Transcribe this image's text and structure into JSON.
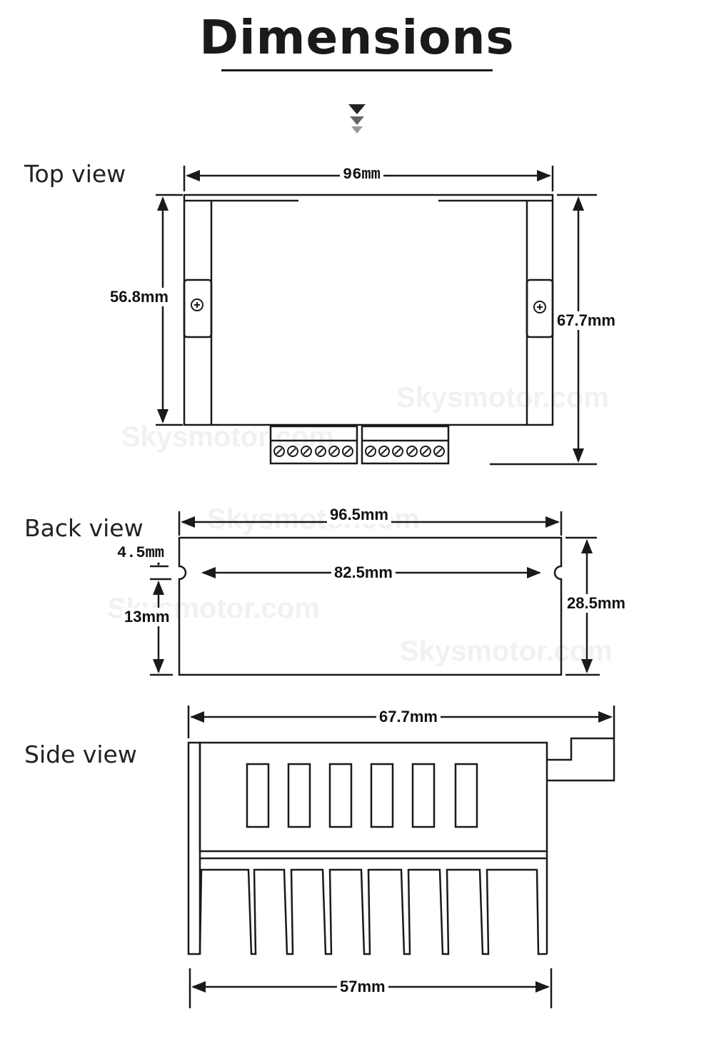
{
  "header": {
    "title": "Dimensions"
  },
  "views": {
    "top": {
      "label": "Top view",
      "width_dim": "96mm",
      "inner_height_dim": "56.8mm",
      "outer_height_dim": "67.7mm"
    },
    "back": {
      "label": "Back view",
      "width_dim": "96.5mm",
      "slot_span_dim": "82.5mm",
      "slot_dim": "4.5mm",
      "lower_dim": "13mm",
      "height_dim": "28.5mm"
    },
    "side": {
      "label": "Side view",
      "width_dim": "67.7mm",
      "base_dim": "57mm"
    }
  },
  "watermark": {
    "text": "Skysmotor.com"
  },
  "icons": {
    "arrow": "triple-chevron-down-icon",
    "screw": "screw-icon",
    "terminal": "terminal-screw-icon"
  },
  "colors": {
    "ink": "#1a1a1a",
    "arrow_dark": "#222222",
    "arrow_mid": "#666666",
    "arrow_light": "#999999"
  }
}
